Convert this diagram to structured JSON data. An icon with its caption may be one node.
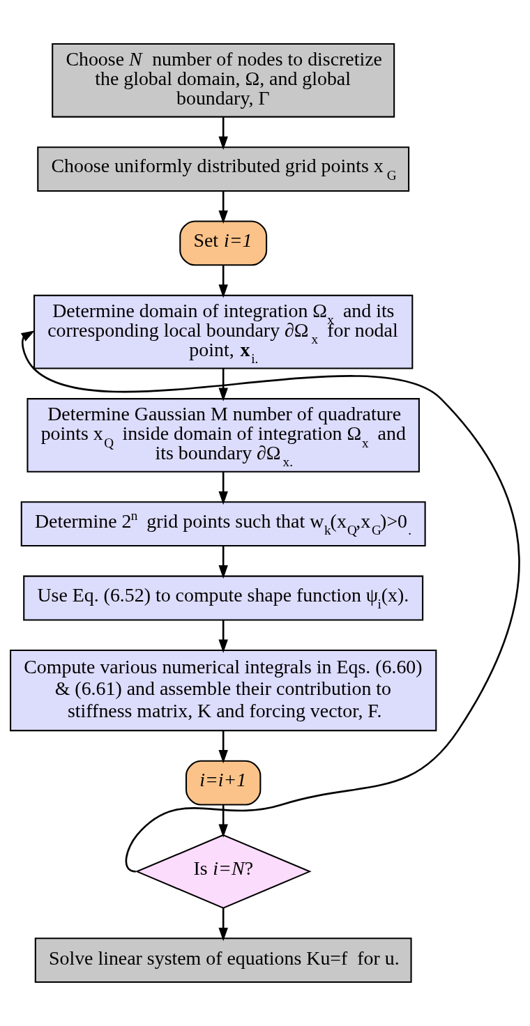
{
  "diagram": {
    "nodes": [
      {
        "text": [
          "Choose *N* number of nodes to discretize the global domain, Ω, and global boundary, Γ"
        ]
      },
      {
        "text": [
          "Choose uniformly distributed grid points x$_{G}$"
        ]
      },
      {
        "text": [
          "Set *i=1*"
        ]
      },
      {
        "text": [
          "Determine domain of integration Ω$_{x}$ and its corresponding local boundary ∂Ω$_{x}$ for nodal point, **x**$_{i.}$"
        ]
      },
      {
        "text": [
          "Determine Gaussian M number of quadrature points x$_{Q}$ inside domain of integration Ω$_{x}$ and its boundary ∂Ω$_{x.}$"
        ]
      },
      {
        "text": [
          "Determine 2$^{n}$ grid points such that w$_{k}$(x$_{Q}$,x$_{G}$)>0$_{.}$"
        ]
      },
      {
        "text": [
          "Use Eq. (6.52) to compute shape function ψ$_{i}$(x)."
        ]
      },
      {
        "text": [
          "Compute various numerical integrals in Eqs. (6.60) & (6.61) and assemble their contribution to stiffness matrix, K and forcing vector, F."
        ]
      },
      {
        "text": [
          "*i=i+1*"
        ]
      },
      {
        "text": [
          "Is *i=N*?"
        ]
      },
      {
        "text": [
          "Solve linear system of equations Ku=f  for u."
        ]
      }
    ],
    "edges": [
      {
        "from": 0,
        "to": 1,
        "arrow": "to"
      },
      {
        "from": 1,
        "to": 2,
        "arrow": "to"
      },
      {
        "from": 2,
        "to": 3,
        "arrow": "to"
      },
      {
        "from": 3,
        "to": 4,
        "arrow": "to"
      },
      {
        "from": 4,
        "to": 5,
        "arrow": "to"
      },
      {
        "from": 5,
        "to": 6,
        "arrow": "to"
      },
      {
        "from": 6,
        "to": 7,
        "arrow": "to"
      },
      {
        "from": 7,
        "to": 8,
        "arrow": "to"
      },
      {
        "from": 8,
        "to": 9,
        "arrow": "to"
      },
      {
        "from": 9,
        "to": 10,
        "arrow": "to"
      },
      {
        "from": 9,
        "to": 3,
        "arrow": "to"
      }
    ]
  }
}
